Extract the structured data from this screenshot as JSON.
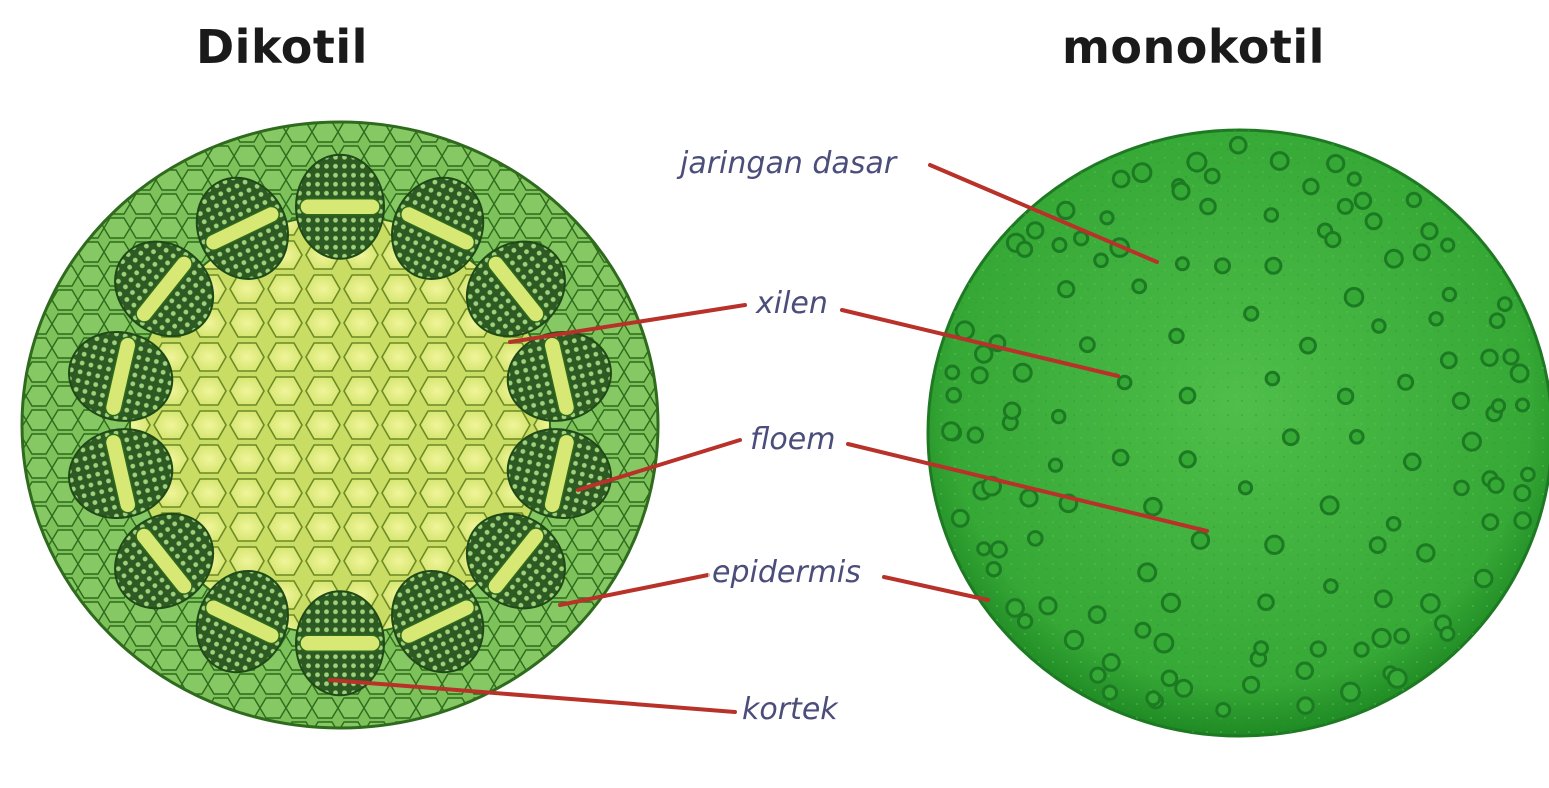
{
  "titles": {
    "left": "Dikotil",
    "right": "monokotil"
  },
  "labels": {
    "jaringan_dasar": "jaringan dasar",
    "xilen": "xilen",
    "floem": "floem",
    "epidermis": "epidermis",
    "kortek": "kortek"
  },
  "colors": {
    "dicot_outer": "#7cc15a",
    "dicot_cell_edge": "#2f6b1c",
    "dicot_pith": "#e4ef7c",
    "bundle_dark": "#2c5a22",
    "monocot_fill": "#3cae3c",
    "monocot_bundle": "#2a8a2a",
    "pointer_line": "#b8322a",
    "label_text": "#4b4d7a"
  }
}
